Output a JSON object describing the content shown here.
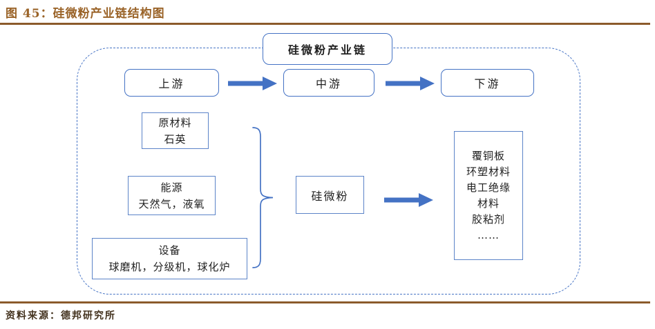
{
  "header": {
    "title": "图 45：硅微粉产业链结构图"
  },
  "footer": {
    "source": "资料来源：德邦研究所"
  },
  "diagram": {
    "chain_label": "硅微粉产业链",
    "stages": [
      {
        "label": "上游"
      },
      {
        "label": "中游"
      },
      {
        "label": "下游"
      }
    ],
    "upstream_inputs": [
      {
        "title": "原材料",
        "detail": "石英"
      },
      {
        "title": "能源",
        "detail": "天然气，液氧"
      },
      {
        "title": "设备",
        "detail": "球磨机，分级机，球化炉"
      }
    ],
    "midstream_product": "硅微粉",
    "downstream_lines": [
      "覆铜板",
      "环塑材料",
      "电工绝缘",
      "材料",
      "胶粘剂",
      "……"
    ]
  },
  "colors": {
    "accent_blue": "#4472C4",
    "box_border_blue": "#5B83C8",
    "title_brown": "#9A6328",
    "rule_brown": "#8B5A2B",
    "source_text_brown": "#44331F"
  }
}
